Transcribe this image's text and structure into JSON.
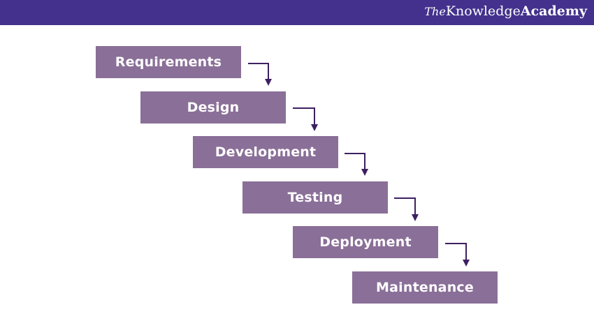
{
  "brand": {
    "prefix": "The",
    "word1": "Knowledge",
    "word2": "Academy"
  },
  "colors": {
    "header": "#44318d",
    "stage_fill": "#8a6f98",
    "arrow": "#3d2060"
  },
  "stages": [
    {
      "label": "Requirements"
    },
    {
      "label": "Design"
    },
    {
      "label": "Development"
    },
    {
      "label": "Testing"
    },
    {
      "label": "Deployment"
    },
    {
      "label": "Maintenance"
    }
  ]
}
